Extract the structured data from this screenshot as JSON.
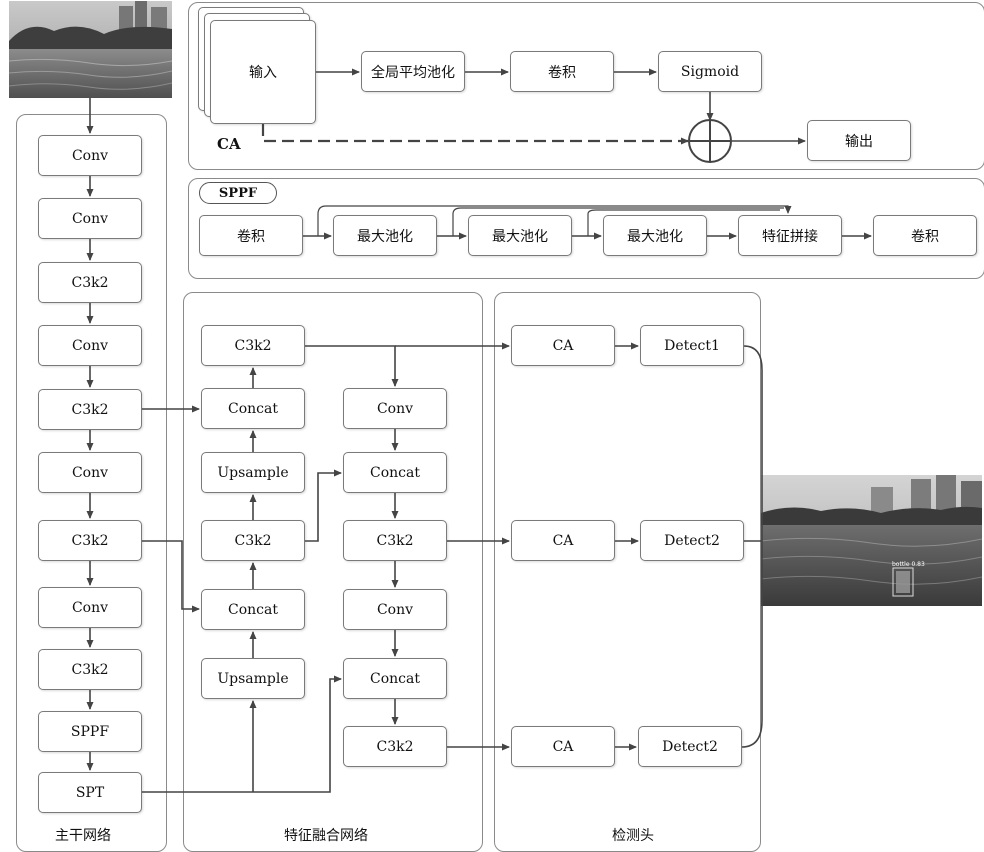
{
  "ca": {
    "title": "CA",
    "input": "输入",
    "gap": "全局平均池化",
    "conv": "卷积",
    "sigmoid": "Sigmoid",
    "output": "输出"
  },
  "sppf": {
    "title": "SPPF",
    "items": [
      "卷积",
      "最大池化",
      "最大池化",
      "最大池化",
      "特征拼接",
      "卷积"
    ]
  },
  "backbone": {
    "label": "主干网络",
    "items": [
      "Conv",
      "Conv",
      "C3k2",
      "Conv",
      "C3k2",
      "Conv",
      "C3k2",
      "Conv",
      "C3k2",
      "SPPF",
      "SPT"
    ]
  },
  "fusion": {
    "label": "特征融合网络",
    "col1": [
      "C3k2",
      "Concat",
      "Upsample",
      "C3k2",
      "Concat",
      "Upsample"
    ],
    "col2": [
      "Conv",
      "Concat",
      "C3k2",
      "Conv",
      "Concat",
      "C3k2"
    ]
  },
  "head": {
    "label": "检测头",
    "ca": [
      "CA",
      "CA",
      "CA"
    ],
    "detect": [
      "Detect1",
      "Detect2",
      "Detect2"
    ]
  },
  "result_image": {
    "detection_label": "bottle 0.83"
  }
}
